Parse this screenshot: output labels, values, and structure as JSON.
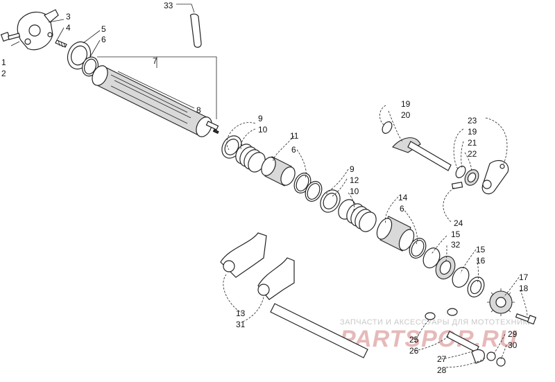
{
  "diagram": {
    "callouts": [
      {
        "id": "c1",
        "text": "1"
      },
      {
        "id": "c2",
        "text": "2"
      },
      {
        "id": "c3",
        "text": "3"
      },
      {
        "id": "c4",
        "text": "4"
      },
      {
        "id": "c5",
        "text": "5"
      },
      {
        "id": "c6a",
        "text": "6"
      },
      {
        "id": "c7",
        "text": "7"
      },
      {
        "id": "c8",
        "text": "8"
      },
      {
        "id": "c9a",
        "text": "9"
      },
      {
        "id": "c10a",
        "text": "10"
      },
      {
        "id": "c11",
        "text": "11"
      },
      {
        "id": "c6b",
        "text": "6"
      },
      {
        "id": "c9b",
        "text": "9"
      },
      {
        "id": "c12",
        "text": "12"
      },
      {
        "id": "c10b",
        "text": "10"
      },
      {
        "id": "c14",
        "text": "14"
      },
      {
        "id": "c6c",
        "text": "6"
      },
      {
        "id": "c15a",
        "text": "15"
      },
      {
        "id": "c32",
        "text": "32"
      },
      {
        "id": "c15b",
        "text": "15"
      },
      {
        "id": "c16",
        "text": "16"
      },
      {
        "id": "c17",
        "text": "17"
      },
      {
        "id": "c18",
        "text": "18"
      },
      {
        "id": "c19a",
        "text": "19"
      },
      {
        "id": "c20",
        "text": "20"
      },
      {
        "id": "c23",
        "text": "23"
      },
      {
        "id": "c19b",
        "text": "19"
      },
      {
        "id": "c21",
        "text": "21"
      },
      {
        "id": "c22",
        "text": "22"
      },
      {
        "id": "c24",
        "text": "24"
      },
      {
        "id": "c33",
        "text": "33"
      },
      {
        "id": "c13",
        "text": "13"
      },
      {
        "id": "c31",
        "text": "31"
      },
      {
        "id": "c25",
        "text": "25"
      },
      {
        "id": "c26",
        "text": "26"
      },
      {
        "id": "c27",
        "text": "27"
      },
      {
        "id": "c28",
        "text": "28"
      },
      {
        "id": "c29",
        "text": "29"
      },
      {
        "id": "c30",
        "text": "30"
      }
    ]
  },
  "watermark": {
    "line1": "ЗАПЧАСТИ И АКСЕССУАРЫ ДЛЯ МОТОТЕХНИКИ",
    "line2": "PARTSPOR.RU",
    "color_text": "#c8c8c8",
    "color_logo": "#e6b9b9"
  }
}
